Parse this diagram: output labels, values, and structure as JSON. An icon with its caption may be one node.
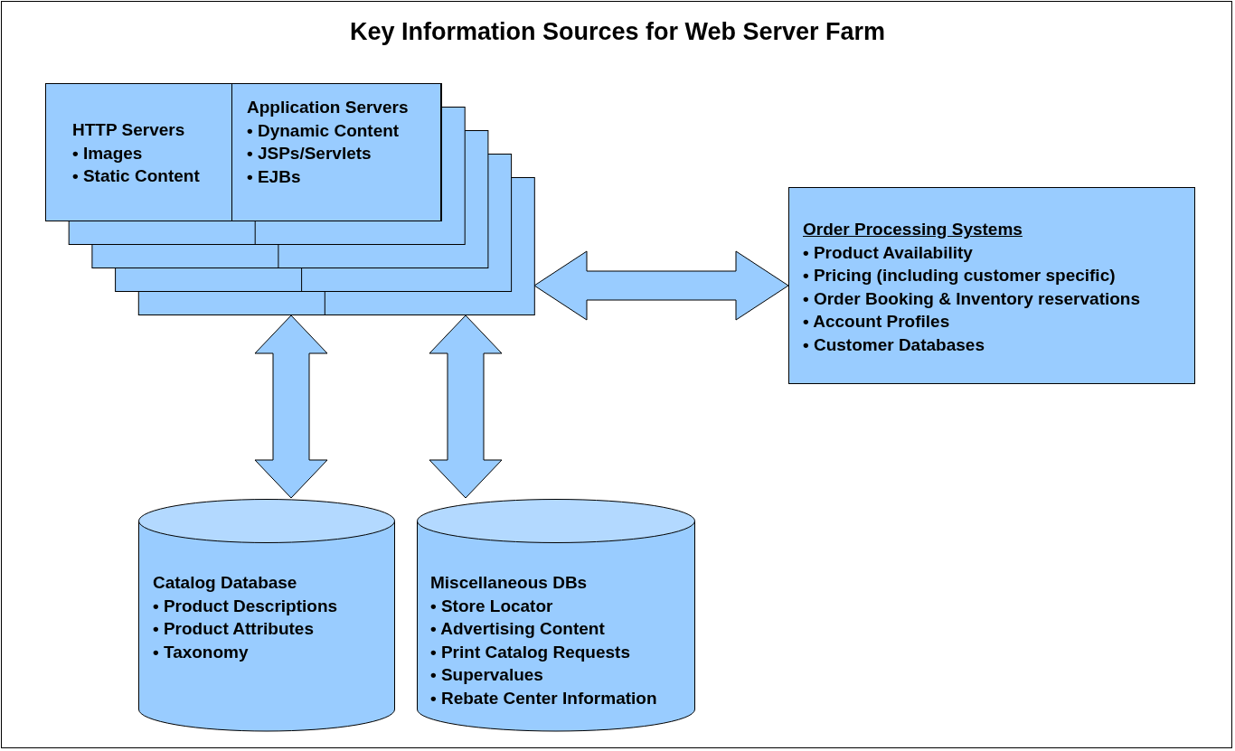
{
  "diagram": {
    "title": "Key Information Sources for Web Server Farm",
    "nodes": [
      {
        "text": [],
        "shape": "box"
      },
      {
        "text": [
          "HTTP Servers",
          "• Images",
          "• Static Content"
        ],
        "in": 0
      },
      {
        "text": [
          "Application Servers",
          "• Dynamic Content",
          "• JSPs/Servlets",
          "• EJBs"
        ],
        "in": 0
      },
      {
        "text": [
          "Order Processing Systems",
          "• Product Availability",
          "• Pricing (including customer specific)",
          "• Order Booking & Inventory reservations",
          "• Account Profiles",
          "• Customer Databases"
        ]
      },
      {
        "text": [
          "Catalog Database",
          "• Product Descriptions",
          "• Product Attributes",
          "• Taxonomy"
        ]
      },
      {
        "text": [
          "Miscellaneous DBs",
          "• Store Locator",
          "• Advertising Content",
          "• Print Catalog Requests",
          "• Supervalues",
          "• Rebate Center Information"
        ]
      }
    ],
    "edges": [
      {
        "from": 0,
        "to": 4,
        "arrow": "both"
      },
      {
        "from": 0,
        "to": 5,
        "arrow": "both"
      },
      {
        "from": 0,
        "to": 3,
        "arrow": "both"
      }
    ]
  }
}
